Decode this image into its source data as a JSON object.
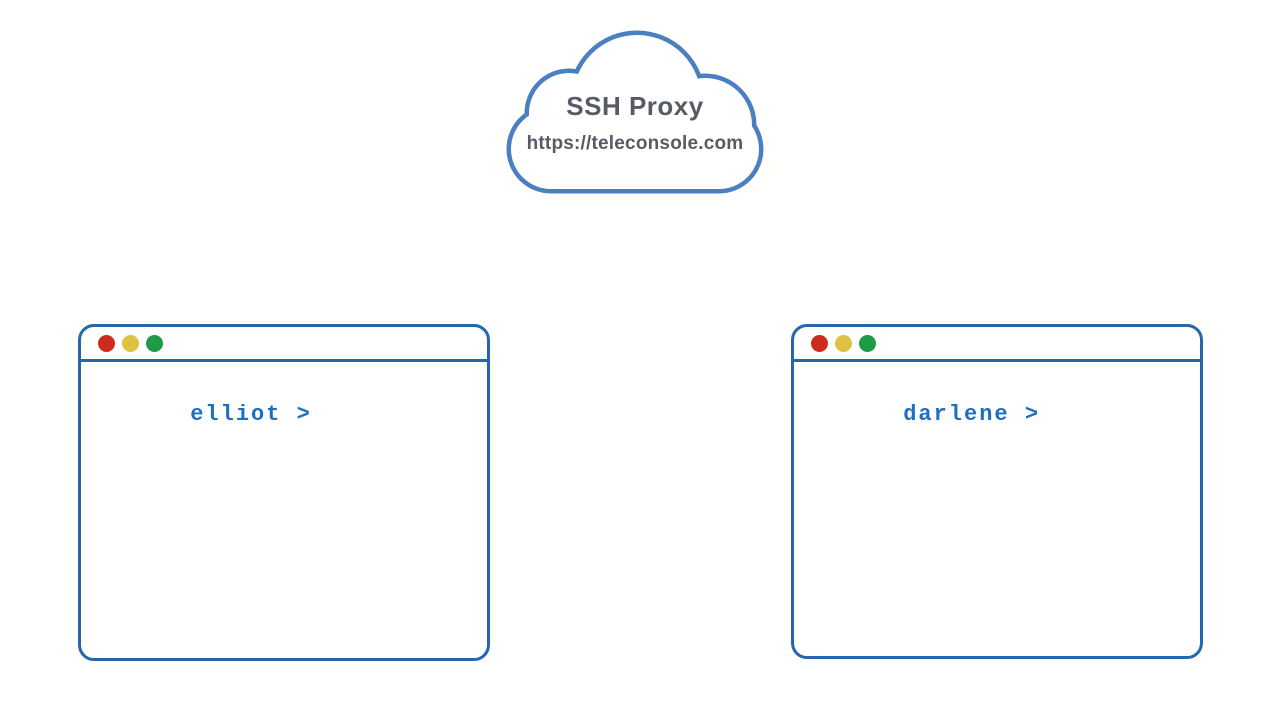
{
  "page": {
    "background_color": "#fffffd"
  },
  "cloud": {
    "title": "SSH Proxy",
    "url": "https://teleconsole.com",
    "stroke_color": "#4a7fc1",
    "fill_color": "#ffffff",
    "text_color": "#565b64"
  },
  "terminals": [
    {
      "id": "left",
      "prompt": "elliot >"
    },
    {
      "id": "right",
      "prompt": "darlene >"
    }
  ],
  "window_controls": {
    "close_color": "#cd2b1e",
    "minimize_color": "#dfc242",
    "zoom_color": "#1f9a47"
  },
  "accent": {
    "window_border_color": "#2667ac",
    "prompt_color": "#1e6fc0"
  }
}
